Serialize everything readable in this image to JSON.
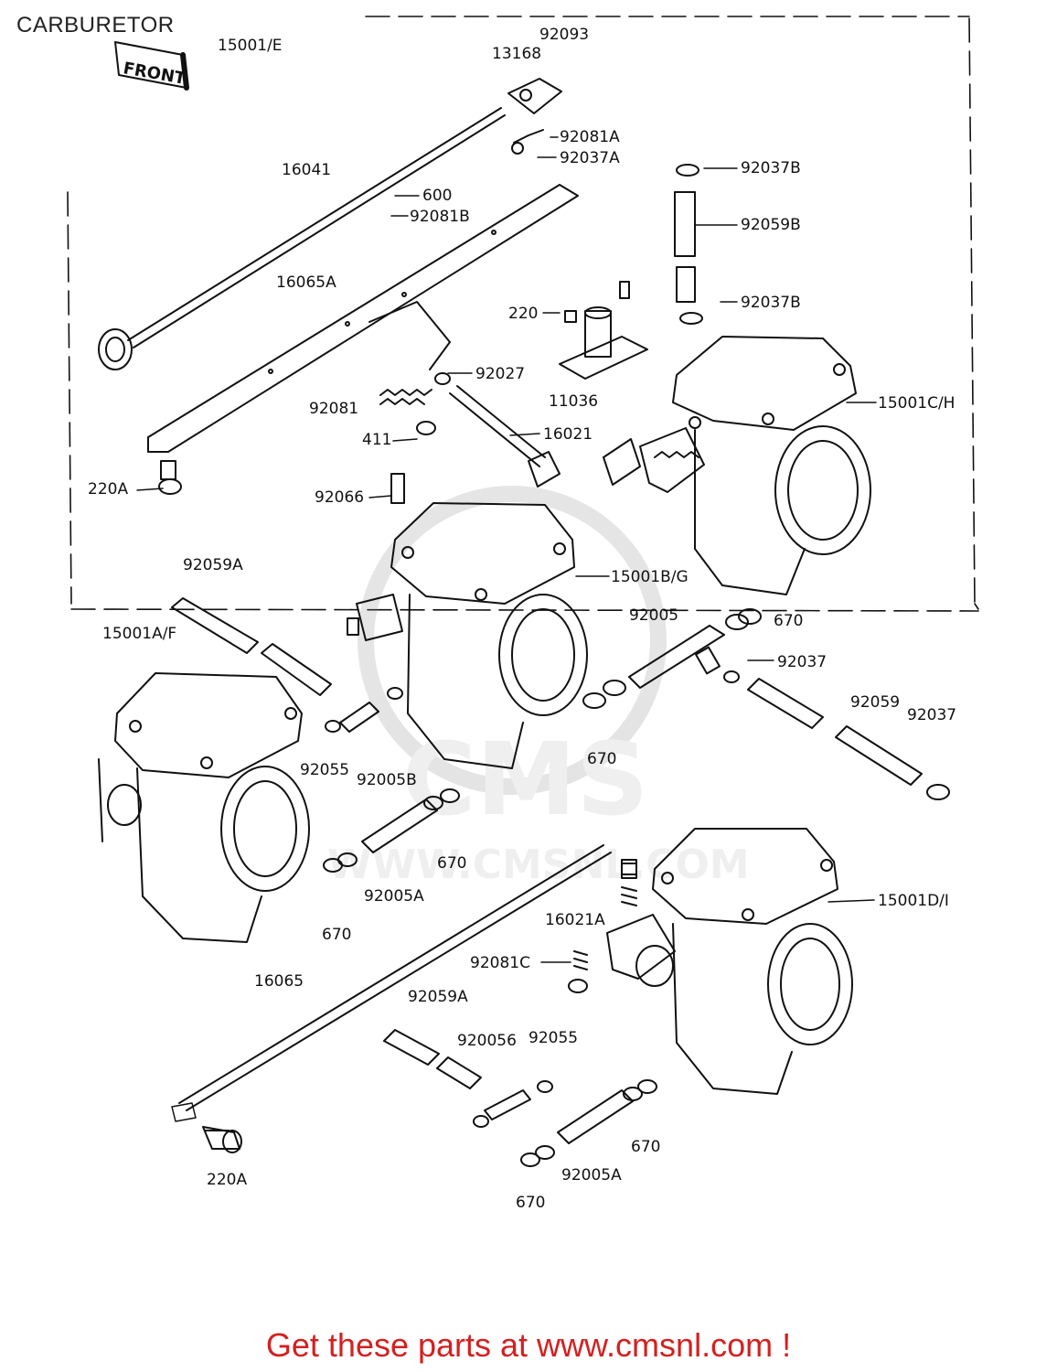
{
  "title": "CARBURETOR",
  "footer": "Get these parts at www.cmsnl.com !",
  "watermark": {
    "brand": "CMS",
    "url": "WWW.CMSNL.COM"
  },
  "front_tag": "FRONT",
  "parts": [
    {
      "id": "p-15001e",
      "text": "15001/E"
    },
    {
      "id": "p-92093",
      "text": "92093"
    },
    {
      "id": "p-13168",
      "text": "13168"
    },
    {
      "id": "p-92081a",
      "text": "92081A"
    },
    {
      "id": "p-92037a",
      "text": "92037A"
    },
    {
      "id": "p-16041",
      "text": "16041"
    },
    {
      "id": "p-600",
      "text": "600"
    },
    {
      "id": "p-92081b",
      "text": "92081B"
    },
    {
      "id": "p-92037b-top",
      "text": "92037B"
    },
    {
      "id": "p-92059b",
      "text": "92059B"
    },
    {
      "id": "p-92037b-mid",
      "text": "92037B"
    },
    {
      "id": "p-16065a",
      "text": "16065A"
    },
    {
      "id": "p-220",
      "text": "220"
    },
    {
      "id": "p-92027",
      "text": "92027"
    },
    {
      "id": "p-11036",
      "text": "11036"
    },
    {
      "id": "p-15001ch",
      "text": "15001C/H"
    },
    {
      "id": "p-92081",
      "text": "92081"
    },
    {
      "id": "p-411",
      "text": "411"
    },
    {
      "id": "p-16021",
      "text": "16021"
    },
    {
      "id": "p-220a-top",
      "text": "220A"
    },
    {
      "id": "p-92066",
      "text": "92066"
    },
    {
      "id": "p-92059a-top",
      "text": "92059A"
    },
    {
      "id": "p-15001bg",
      "text": "15001B/G"
    },
    {
      "id": "p-15001af",
      "text": "15001A/F"
    },
    {
      "id": "p-92005",
      "text": "92005"
    },
    {
      "id": "p-670-a",
      "text": "670"
    },
    {
      "id": "p-92037-a",
      "text": "92037"
    },
    {
      "id": "p-92059",
      "text": "92059"
    },
    {
      "id": "p-92037-b",
      "text": "92037"
    },
    {
      "id": "p-670-b",
      "text": "670"
    },
    {
      "id": "p-92055-a",
      "text": "92055"
    },
    {
      "id": "p-92005b-a",
      "text": "92005B"
    },
    {
      "id": "p-670-c",
      "text": "670"
    },
    {
      "id": "p-92005a-a",
      "text": "92005A"
    },
    {
      "id": "p-15001di",
      "text": "15001D/I"
    },
    {
      "id": "p-16021a",
      "text": "16021A"
    },
    {
      "id": "p-670-d",
      "text": "670"
    },
    {
      "id": "p-92081c",
      "text": "92081C"
    },
    {
      "id": "p-16065",
      "text": "16065"
    },
    {
      "id": "p-92059a-bot",
      "text": "92059A"
    },
    {
      "id": "p-92005b-b",
      "text": "920056"
    },
    {
      "id": "p-92055-b",
      "text": "92055"
    },
    {
      "id": "p-670-e",
      "text": "670"
    },
    {
      "id": "p-92005a-b",
      "text": "92005A"
    },
    {
      "id": "p-220a-bot",
      "text": "220A"
    },
    {
      "id": "p-670-f",
      "text": "670"
    }
  ]
}
